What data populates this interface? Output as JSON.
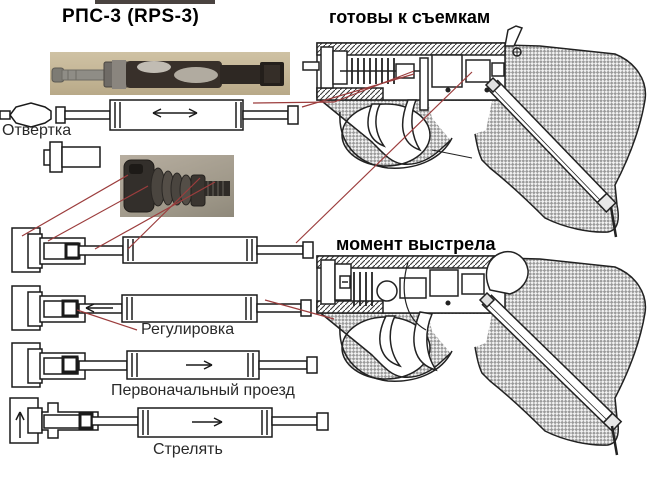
{
  "page": {
    "title": "РПС-3  (RPS-3)"
  },
  "state_labels": {
    "ready": "готовы к съемкам",
    "firing": "момент выстрела"
  },
  "part_labels": {
    "screwdriver": "Отвертка",
    "adjustment": "Регулировка",
    "initial_travel": "Первоначальный проезд",
    "shoot": "Стрелять"
  },
  "icons": {
    "row1_arrow": "double-horizontal-arrow",
    "row3_arrow": "left-arrow",
    "row4_arrow": "right-arrow",
    "row5_arrow": "right-arrow",
    "row5_block_arrow": "up-arrow"
  },
  "colors": {
    "annotation_line": "#9c3d3d",
    "line_art": "#1a1a1a",
    "photo1_background": "#c8ba9c",
    "photo2_background": "#aba290"
  }
}
